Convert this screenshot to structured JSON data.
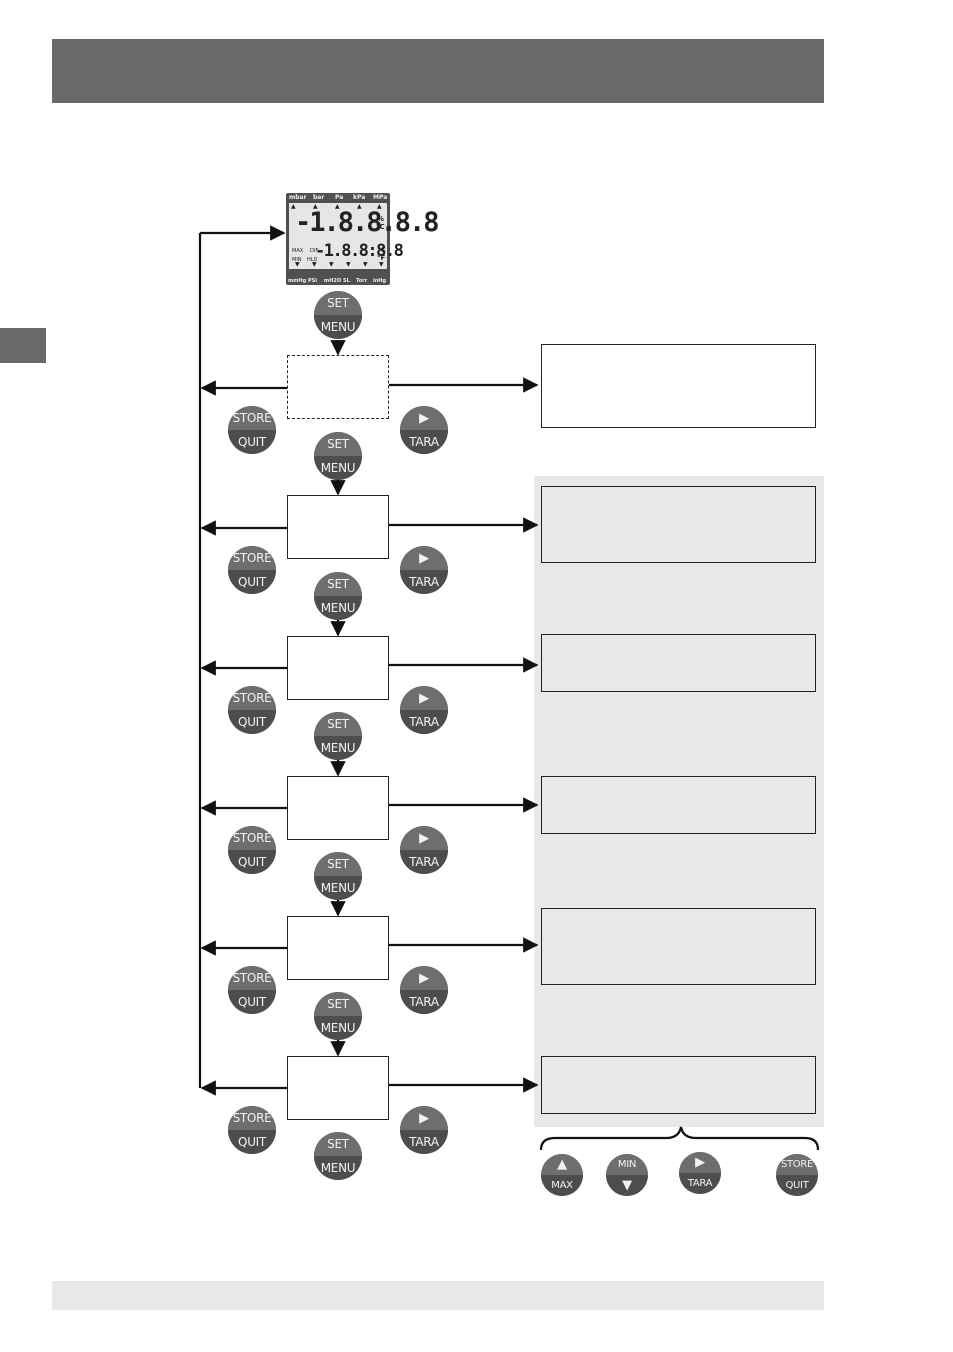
{
  "lcd": {
    "units_top": [
      "mbar",
      "bar",
      "Pa",
      "kPa",
      "MPa"
    ],
    "units_bottom": [
      "mmHg",
      "PSI",
      "mH2O",
      "SL",
      "Torr",
      "inHg"
    ],
    "digits_main": "-1.8.8.8.8",
    "digits_sub": "-1.8.8:8.8",
    "unit_pct": "%",
    "unit_c_main": "°C",
    "unit_c_sub": "°C",
    "unit_f_sub": "°F",
    "label_max": "MAX",
    "label_dif": "DIF",
    "label_min": "MIN",
    "label_hld": "HLD"
  },
  "buttons": {
    "set_top": "SET",
    "set_bottom": "MENU",
    "store_top": "STORE",
    "store_bottom": "QUIT",
    "tara_top": "▶",
    "tara_bottom": "TARA",
    "max_top": "▲",
    "max_bottom": "MAX",
    "min_top": "MIN",
    "min_bottom": "▼"
  },
  "colors": {
    "header": "#696969",
    "panel": "#e8e8e8",
    "button_top": "#6e6e6e",
    "button_bottom": "#4d4d4d"
  }
}
